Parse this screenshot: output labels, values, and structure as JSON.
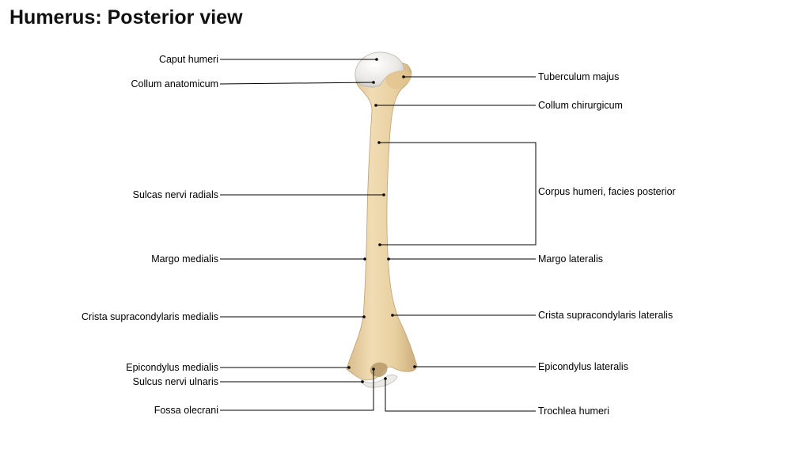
{
  "title": "Humerus: Posterior view",
  "colors": {
    "bone": "#e9d2a6",
    "bone_shade": "#cdb184",
    "cartilage": "#ece9e6",
    "leader": "#000000"
  },
  "labels_left": [
    {
      "id": "caput-humeri",
      "text": "Caput humeri"
    },
    {
      "id": "collum-anatomicum",
      "text": "Collum anatomicum"
    },
    {
      "id": "sulcas-nervi-radials",
      "text": "Sulcas nervi radials"
    },
    {
      "id": "margo-medialis",
      "text": "Margo medialis"
    },
    {
      "id": "crista-supracondylaris-medialis",
      "text": "Crista supracondylaris medialis"
    },
    {
      "id": "epicondylus-medialis",
      "text": "Epicondylus medialis"
    },
    {
      "id": "sulcus-nervi-ulnaris",
      "text": "Sulcus nervi ulnaris"
    },
    {
      "id": "fossa-olecrani",
      "text": "Fossa olecrani"
    }
  ],
  "labels_right": [
    {
      "id": "tuberculum-majus",
      "text": "Tuberculum majus"
    },
    {
      "id": "collum-chirurgicum",
      "text": "Collum chirurgicum"
    },
    {
      "id": "corpus-humeri",
      "text": "Corpus humeri, facies posterior"
    },
    {
      "id": "margo-lateralis",
      "text": "Margo lateralis"
    },
    {
      "id": "crista-supracondylaris-lateralis",
      "text": "Crista supracondylaris lateralis"
    },
    {
      "id": "epicondylus-lateralis",
      "text": "Epicondylus lateralis"
    },
    {
      "id": "trochlea-humeri",
      "text": "Trochlea humeri"
    }
  ]
}
